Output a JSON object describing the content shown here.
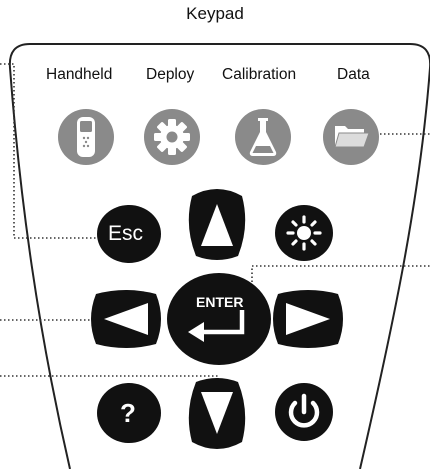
{
  "title": "Keypad",
  "menu_keys": [
    {
      "label": "Handheld",
      "icon": "handheld-icon"
    },
    {
      "label": "Deploy",
      "icon": "gear-icon"
    },
    {
      "label": "Calibration",
      "icon": "flask-icon"
    },
    {
      "label": "Data",
      "icon": "folder-icon"
    }
  ],
  "nav_keys": {
    "esc_label": "Esc",
    "enter_label": "ENTER",
    "help_label": "?",
    "up_icon": "arrow-up-icon",
    "down_icon": "arrow-down-icon",
    "left_icon": "arrow-left-icon",
    "right_icon": "arrow-right-icon",
    "backlight_icon": "sun-icon",
    "power_icon": "power-icon",
    "return_icon": "return-arrow-icon"
  },
  "colors": {
    "menu_key": "#8a8a8a",
    "nav_key": "#111111",
    "outline": "#222222",
    "leader": "#333333"
  }
}
